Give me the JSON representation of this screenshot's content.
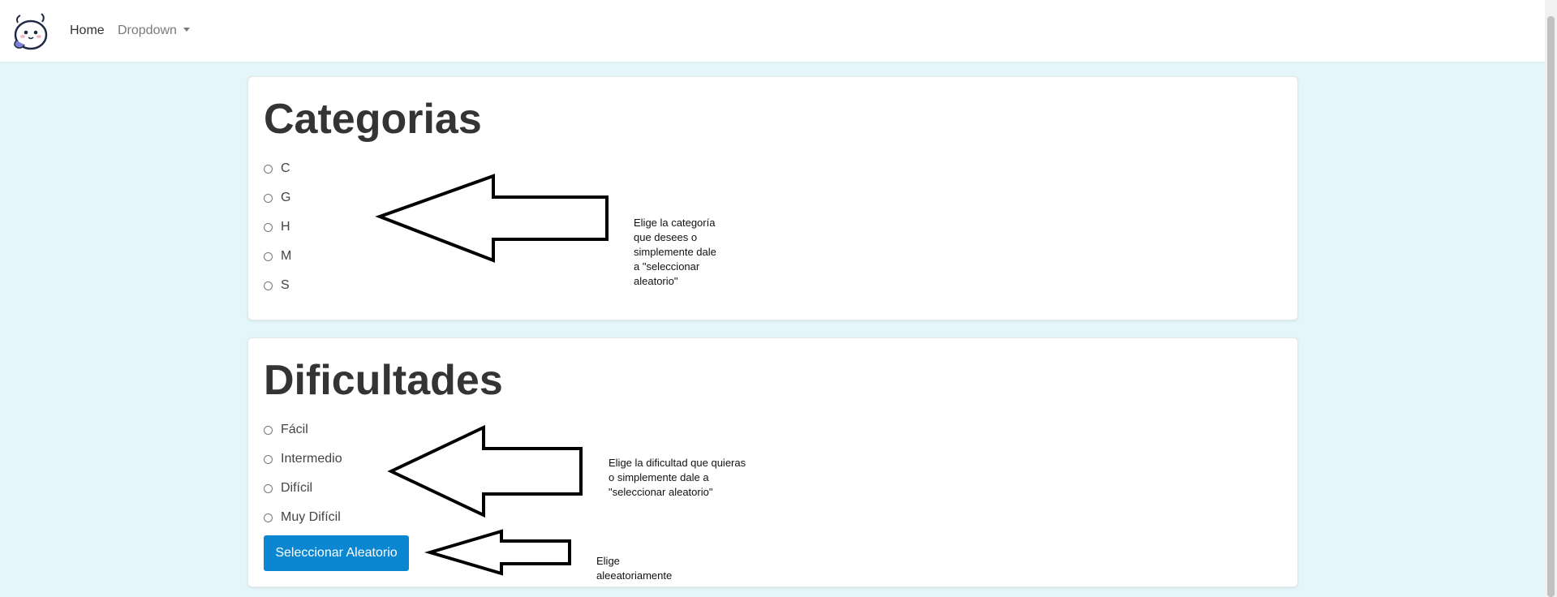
{
  "navbar": {
    "logo_icon": "mascot-logo-icon",
    "home_label": "Home",
    "dropdown_label": "Dropdown"
  },
  "categorias": {
    "title": "Categorias",
    "options": [
      "C",
      "G",
      "H",
      "M",
      "S"
    ],
    "note": "Elige la categoría\nque desees o\nsimplemente dale\na \"seleccionar\naleatorio\""
  },
  "dificultades": {
    "title": "Dificultades",
    "options": [
      "Fácil",
      "Intermedio",
      "Difícil",
      "Muy Difícil"
    ],
    "button_label": "Seleccionar Aleatorio",
    "note": "Elige la dificultad que quieras\no simplemente dale a\n\"seleccionar aleatorio\"",
    "button_note": "Elige\naleeatoriamente"
  },
  "colors": {
    "page_background": "#e4f6f9",
    "button_primary": "#0b86d0",
    "card_background": "#ffffff"
  }
}
